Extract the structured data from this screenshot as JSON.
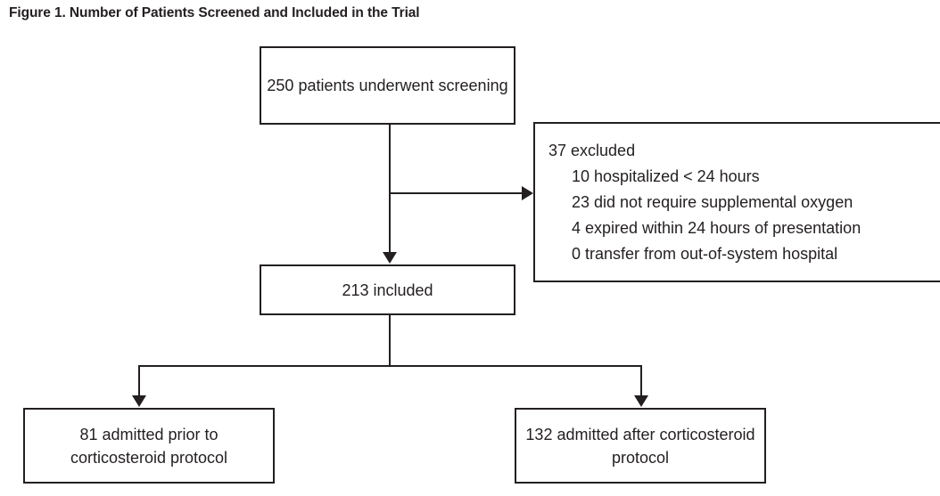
{
  "figure": {
    "title": "Figure 1. Number of Patients Screened and Included in the Trial"
  },
  "flowchart": {
    "type": "diagram",
    "nodes": {
      "screened": {
        "id": "screened",
        "text": "250 patients underwent screening",
        "count": 250
      },
      "excluded": {
        "id": "excluded",
        "heading": "37 excluded",
        "count": 37,
        "reasons": [
          {
            "count": 10,
            "text": "10 hospitalized < 24 hours"
          },
          {
            "count": 23,
            "text": "23 did not require supplemental oxygen"
          },
          {
            "count": 4,
            "text": "4 expired within 24 hours of presentation"
          },
          {
            "count": 0,
            "text": "0 transfer from out-of-system hospital"
          }
        ]
      },
      "included": {
        "id": "included",
        "text": "213 included",
        "count": 213
      },
      "prior": {
        "id": "prior",
        "text": "81 admitted prior to corticosteroid protocol",
        "count": 81
      },
      "after": {
        "id": "after",
        "text": "132 admitted after corticosteroid protocol",
        "count": 132
      }
    },
    "edges": [
      {
        "from": "screened",
        "to": "excluded",
        "style": "arrow-right"
      },
      {
        "from": "screened",
        "to": "included",
        "style": "arrow-down"
      },
      {
        "from": "included",
        "to": "prior",
        "style": "arrow-down"
      },
      {
        "from": "included",
        "to": "after",
        "style": "arrow-down"
      }
    ],
    "colors": {
      "stroke": "#231f20",
      "fill": "#ffffff",
      "text": "#231f20"
    }
  }
}
